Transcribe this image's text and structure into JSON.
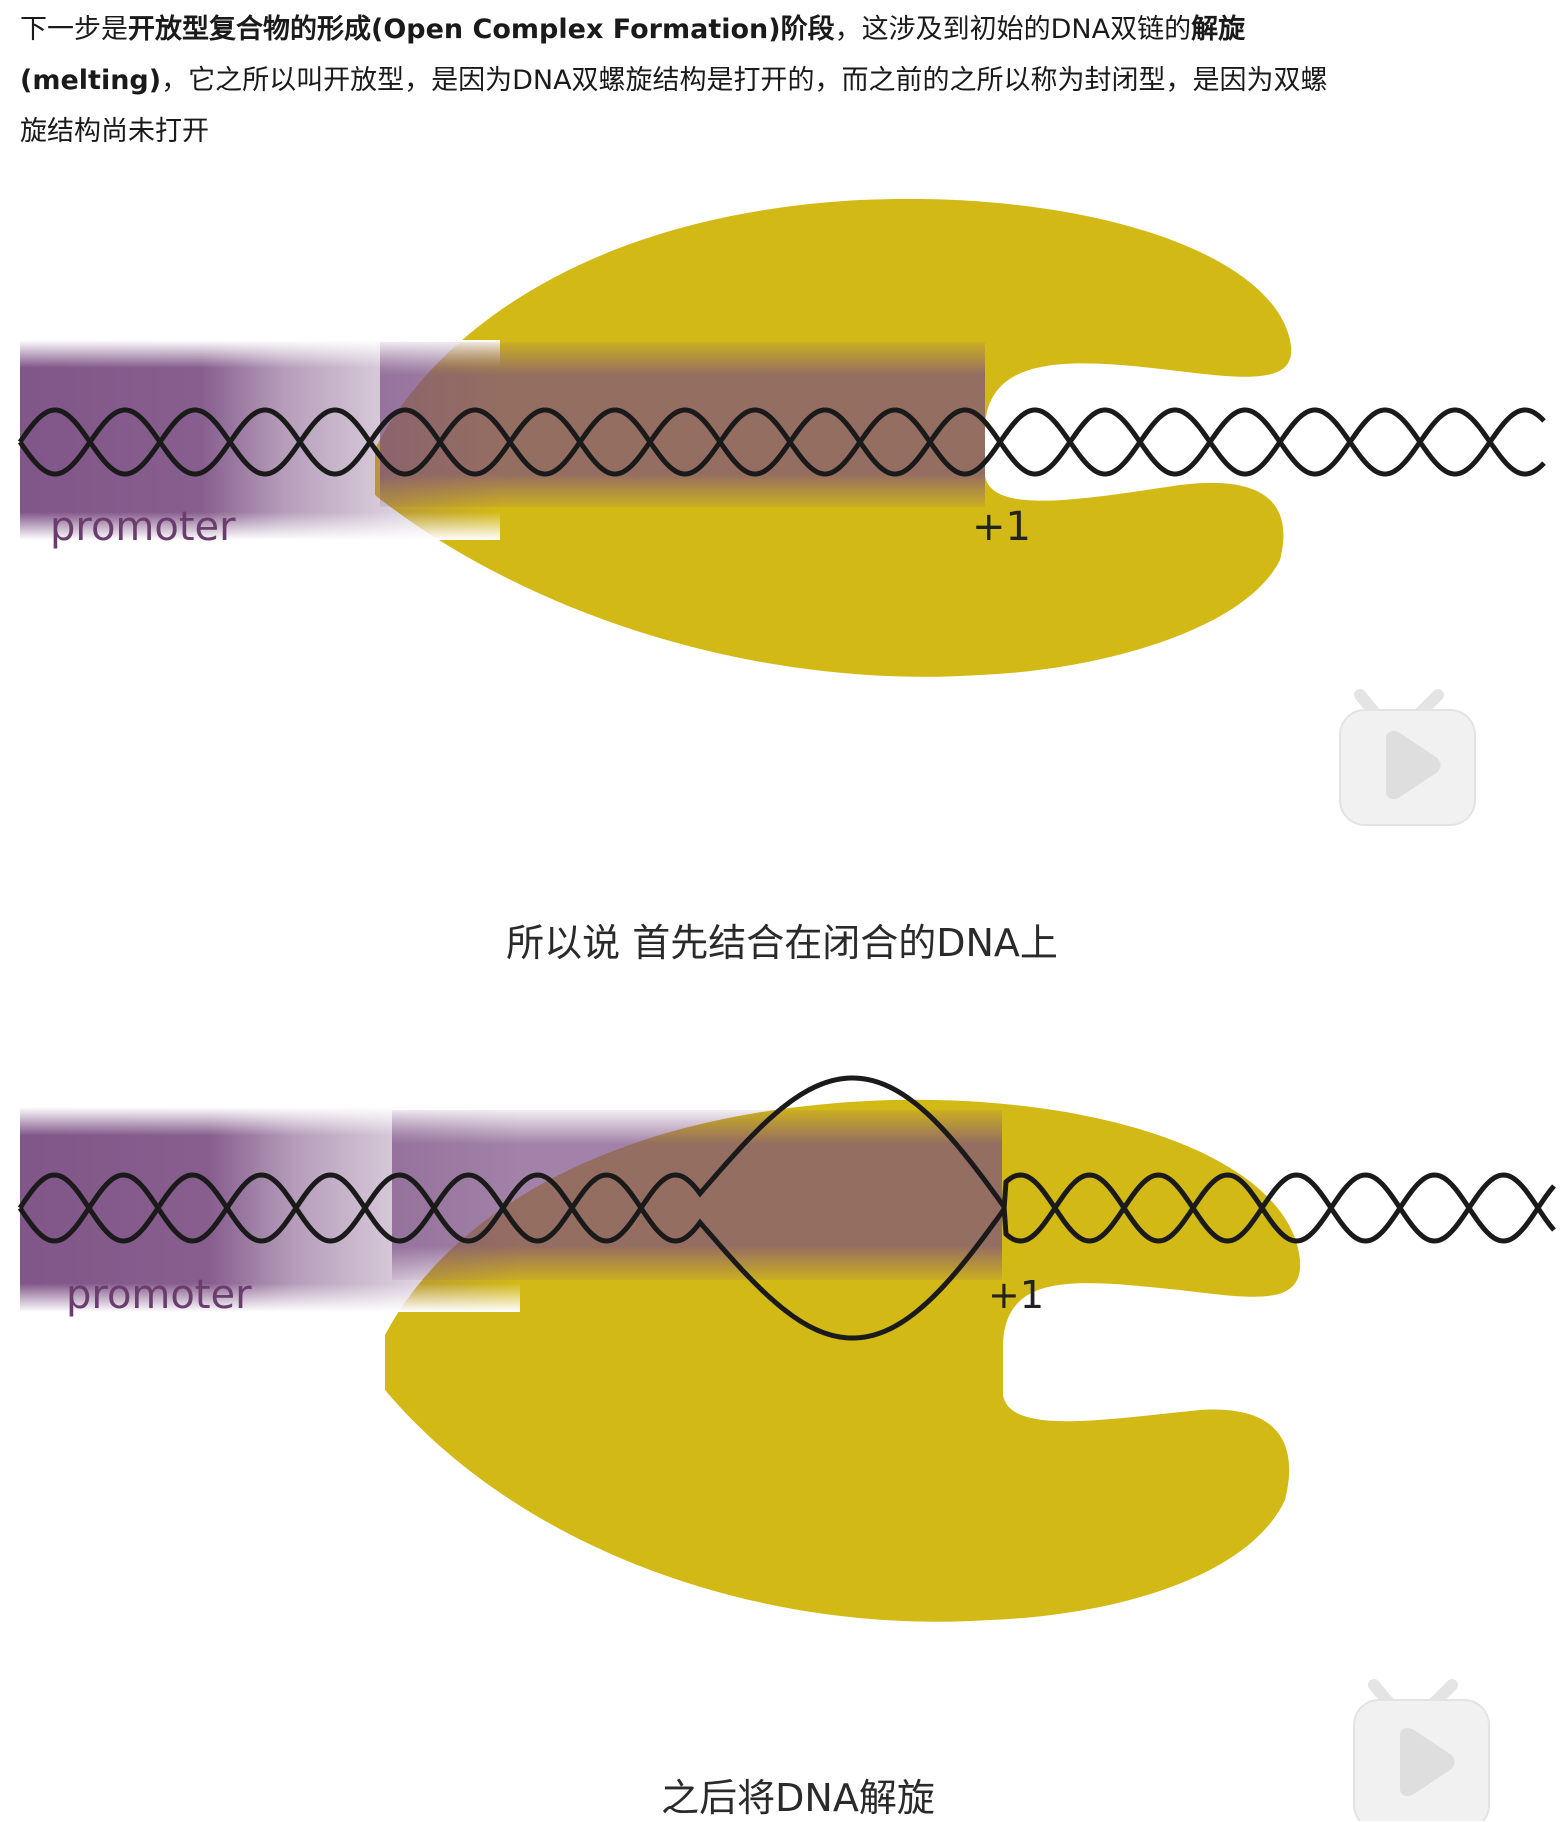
{
  "intro": {
    "p1": "下一步是",
    "b1": "开放型复合物的形成(Open Complex Formation)阶段",
    "p2": "，这涉及到初始的DNA双链的",
    "b2": "解旋(melting)",
    "p3": "，它之所以叫开放型，是因为DNA双螺旋结构是打开的，而之前的之所以称为封闭型，是因为双螺旋结构尚未打开"
  },
  "figures": [
    {
      "promoter_label": "promoter",
      "start_label": "+1",
      "caption": "所以说 首先结合在闭合的DNA上",
      "dna_state": "closed"
    },
    {
      "promoter_label": "promoter",
      "start_label": "+1",
      "caption": "之后将DNA解旋",
      "dna_state": "open"
    }
  ],
  "colors": {
    "polymerase": "#d3b916",
    "promoter": "#7a4d82",
    "promoter_label": "#6b3d6e",
    "dna": "#1a1a1a"
  },
  "icons": {
    "video_badge": "play-badge-icon"
  }
}
